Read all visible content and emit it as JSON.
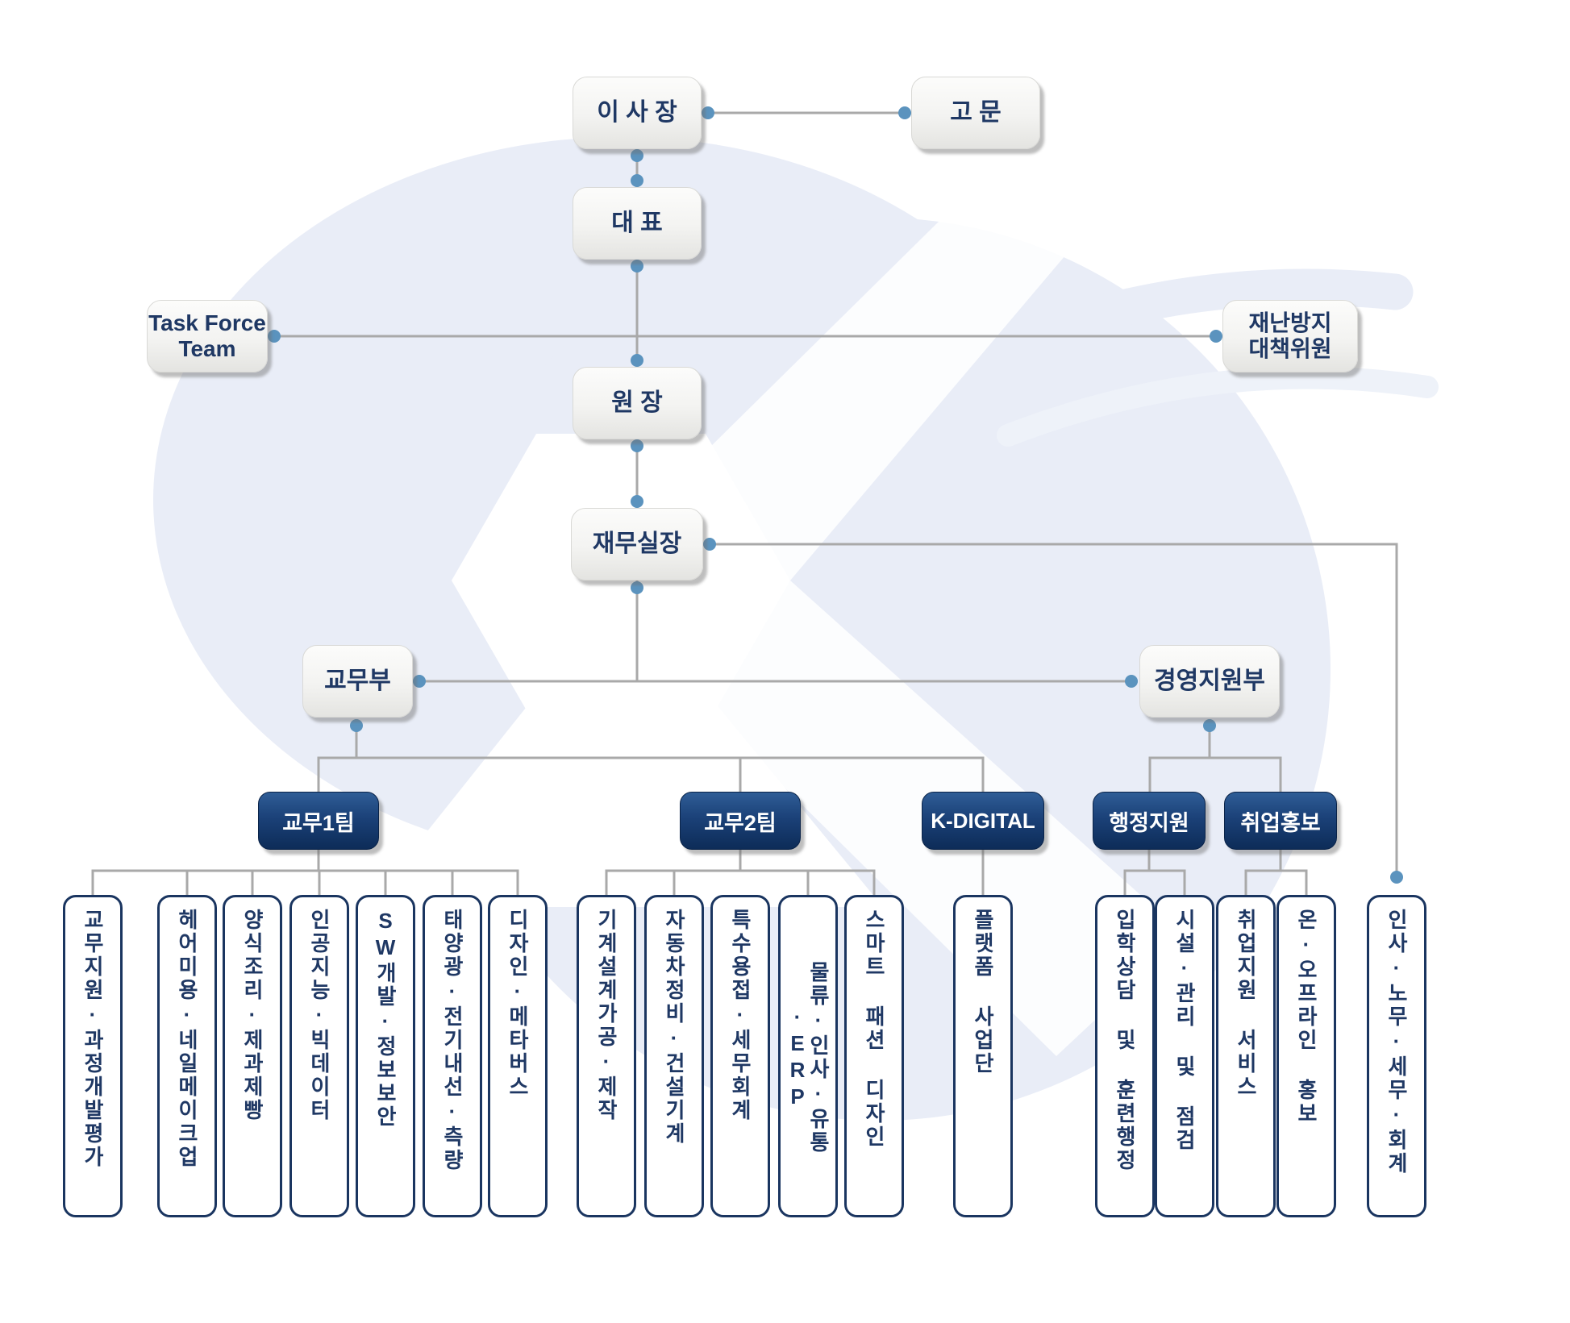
{
  "nodes": {
    "chairman": "이 사 장",
    "advisor": "고 문",
    "ceo": "대 표",
    "task_force_line1": "Task Force",
    "task_force_line2": "Team",
    "disaster_line1": "재난방지",
    "disaster_line2": "대책위원",
    "director": "원 장",
    "finance_head": "재무실장",
    "academic_dept": "교무부",
    "management_dept": "경영지원부"
  },
  "teams": [
    {
      "label": "교무1팀"
    },
    {
      "label": "교무2팀"
    },
    {
      "label": "K-DIGITAL"
    },
    {
      "label": "행정지원"
    },
    {
      "label": "취업홍보"
    }
  ],
  "programs": [
    "교무지원·과정개발평가",
    "헤어미용·네일메이크업",
    "양식조리·제과제빵",
    "인공지능·빅데이터",
    "SW개발·정보보안",
    "태양광·전기내선·측량",
    "디자인·메타버스",
    "기계설계가공·제작",
    "자동차정비·건설기계",
    "특수용접·세무회계",
    "물류·인사·유통·ERP",
    "스마트 패션 디자인",
    "플랫폼 사업단",
    "입학상담 및 훈련행정",
    "시설·관리 및 점검",
    "취업지원 서비스",
    "온·오프라인 홍보",
    "인사·노무·세무·회계"
  ],
  "colors": {
    "navy_box": "#123a6d",
    "text_navy": "#1f3864",
    "line_gray": "#a9a9a9",
    "dot_blue": "#5b93be",
    "watermark_blue": "#e9edf7"
  }
}
